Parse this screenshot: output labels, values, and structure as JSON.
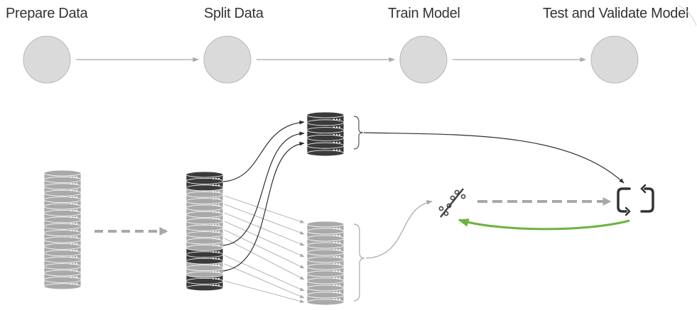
{
  "steps": [
    {
      "label": "Prepare Data"
    },
    {
      "label": "Split Data"
    },
    {
      "label": "Train Model"
    },
    {
      "label": "Test and Validate Model"
    }
  ],
  "colors": {
    "circle_fill": "#dadada",
    "circle_stroke": "#b8b8b8",
    "disk_dark": "#3a3a3a",
    "disk_light": "#a9a9a9",
    "arrow_gray": "#a8a8a8",
    "arrow_dark": "#2f2f2f",
    "feedback_green": "#6db33f"
  },
  "icons": {
    "full_dataset": "database-stack-icon",
    "training_set": "database-stack-icon",
    "test_set": "database-stack-icon",
    "metric": "percent-icon",
    "model": "model-loop-icon"
  }
}
